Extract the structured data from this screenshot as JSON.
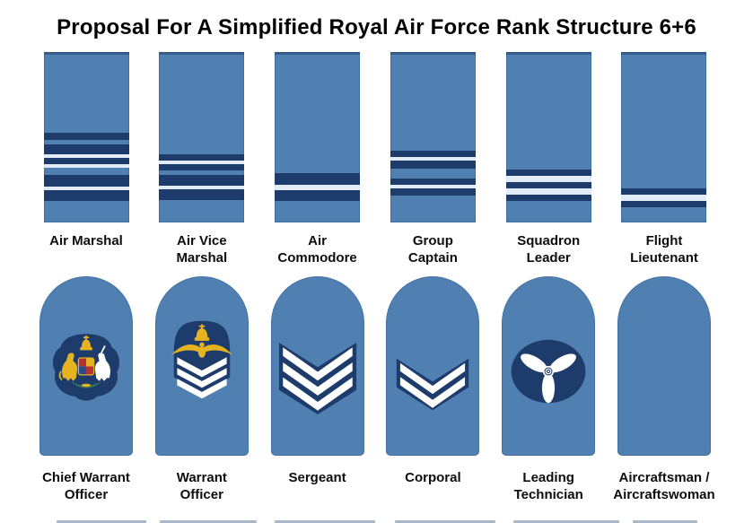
{
  "title": "Proposal For A Simplified Royal Air Force Rank Structure 6+6",
  "colors": {
    "background": "#ffffff",
    "title_text": "#000000",
    "label_text": "#0d0d0d",
    "epaulette_blue": "#5080b2",
    "stripe_navy": "#1e3c6b",
    "stripe_gap_white": "#e2ecf8",
    "badge_gold": "#e4b31f",
    "badge_white": "#ffffff",
    "arms_red": "#b03232",
    "arms_royal_blue": "#2b4a8b",
    "arms_green": "#37755a"
  },
  "officer_ranks": [
    {
      "name": "Air Marshal",
      "lines": [
        "Air Marshal"
      ],
      "insignia": "sleeve-stripes",
      "stripe_start": 90,
      "stripes": [
        {
          "h": 8,
          "c": "navy"
        },
        {
          "h": 5,
          "c": "light"
        },
        {
          "h": 11,
          "c": "navy"
        },
        {
          "h": 4,
          "c": "white"
        },
        {
          "h": 7,
          "c": "navy"
        },
        {
          "h": 4,
          "c": "white"
        },
        {
          "h": 8,
          "c": "light"
        },
        {
          "h": 13,
          "c": "navy"
        },
        {
          "h": 4,
          "c": "white"
        },
        {
          "h": 12,
          "c": "navy"
        }
      ]
    },
    {
      "name": "Air Vice Marshal",
      "lines": [
        "Air Vice",
        "Marshal"
      ],
      "insignia": "sleeve-stripes",
      "stripe_start": 114,
      "stripes": [
        {
          "h": 7,
          "c": "navy"
        },
        {
          "h": 4,
          "c": "white"
        },
        {
          "h": 7,
          "c": "navy"
        },
        {
          "h": 5,
          "c": "light"
        },
        {
          "h": 12,
          "c": "navy"
        },
        {
          "h": 4,
          "c": "white"
        },
        {
          "h": 12,
          "c": "navy"
        }
      ]
    },
    {
      "name": "Air Commodore",
      "lines": [
        "Air",
        "Commodore"
      ],
      "insignia": "sleeve-stripes",
      "stripe_start": 135,
      "stripes": [
        {
          "h": 13,
          "c": "navy"
        },
        {
          "h": 6,
          "c": "white"
        },
        {
          "h": 12,
          "c": "navy"
        }
      ]
    },
    {
      "name": "Group Captain",
      "lines": [
        "Group",
        "Captain"
      ],
      "insignia": "sleeve-stripes",
      "stripe_start": 110,
      "stripes": [
        {
          "h": 7,
          "c": "navy"
        },
        {
          "h": 4,
          "c": "white"
        },
        {
          "h": 9,
          "c": "navy"
        },
        {
          "h": 11,
          "c": "light"
        },
        {
          "h": 7,
          "c": "navy"
        },
        {
          "h": 4,
          "c": "white"
        },
        {
          "h": 8,
          "c": "navy"
        }
      ]
    },
    {
      "name": "Squadron Leader",
      "lines": [
        "Squadron",
        "Leader"
      ],
      "insignia": "sleeve-stripes",
      "stripe_start": 131,
      "stripes": [
        {
          "h": 7,
          "c": "navy"
        },
        {
          "h": 7,
          "c": "white"
        },
        {
          "h": 7,
          "c": "navy"
        },
        {
          "h": 7,
          "c": "white"
        },
        {
          "h": 7,
          "c": "navy"
        }
      ]
    },
    {
      "name": "Flight Lieutenant",
      "lines": [
        "Flight",
        "Lieutenant"
      ],
      "insignia": "sleeve-stripes",
      "stripe_start": 152,
      "stripes": [
        {
          "h": 7,
          "c": "navy"
        },
        {
          "h": 7,
          "c": "white"
        },
        {
          "h": 7,
          "c": "navy"
        }
      ]
    }
  ],
  "other_ranks": [
    {
      "name": "Chief Warrant Officer",
      "lines": [
        "Chief Warrant",
        "Officer"
      ],
      "insignia": "royal-arms"
    },
    {
      "name": "Warrant Officer",
      "lines": [
        "Warrant",
        "Officer"
      ],
      "insignia": "crown-eagle-chevrons"
    },
    {
      "name": "Sergeant",
      "lines": [
        "Sergeant"
      ],
      "insignia": "three-chevrons"
    },
    {
      "name": "Corporal",
      "lines": [
        "Corporal"
      ],
      "insignia": "two-chevrons"
    },
    {
      "name": "Leading Technician",
      "lines": [
        "Leading",
        "Technician"
      ],
      "insignia": "propeller"
    },
    {
      "name": "Aircraftsman / Aircraftswoman",
      "lines": [
        "Aircraftsman /",
        "Aircraftswoman"
      ],
      "insignia": "plain"
    }
  ]
}
